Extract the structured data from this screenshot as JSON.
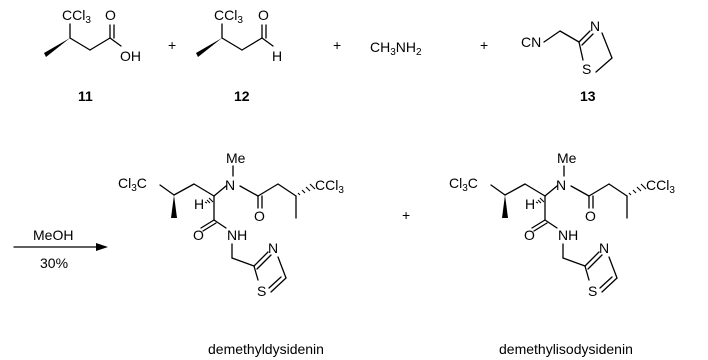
{
  "labels": {
    "ccl3": "CCl",
    "cl3c": "Cl",
    "three": "3",
    "o": "O",
    "oh": "OH",
    "h": "H",
    "n": "N",
    "s": "S",
    "nh": "NH",
    "me": "Me",
    "cn": "CN",
    "ch3nh2": "CH3NH2"
  },
  "compounds": {
    "c11": "11",
    "c12": "12",
    "c13": "13"
  },
  "reaction": {
    "solvent": "MeOH",
    "yield": "30%",
    "plus": "+"
  },
  "products": {
    "p1": "demethyldysidenin",
    "p2": "demethylisodysidenin"
  }
}
